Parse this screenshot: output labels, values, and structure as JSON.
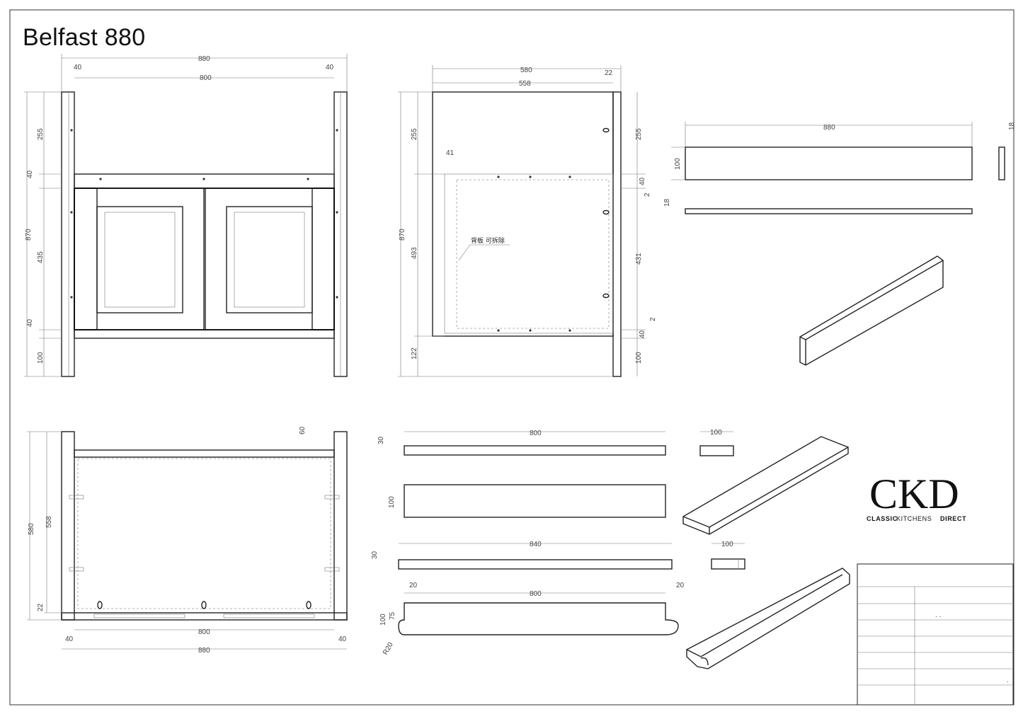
{
  "title": "Belfast 880",
  "front_view": {
    "overall_width": "880",
    "inner_width": "800",
    "leg_left": "40",
    "leg_right": "40",
    "height_total": "870",
    "height_top": "255",
    "rail_top": "40",
    "height_mid": "435",
    "rail_bottom": "40",
    "height_bottom": "100"
  },
  "side_view": {
    "depth_total": "580",
    "depth_inner": "558",
    "door_thickness": "22",
    "offset": "41",
    "height_total": "870",
    "height_top": "255",
    "height_mid": "493",
    "height_bottom": "122",
    "right_top": "255",
    "right_rail_top": "40",
    "right_gap_top": "2",
    "right_mid": "431",
    "right_gap_bottom": "2",
    "right_rail_bottom": "40",
    "right_bottom": "100",
    "back_panel_note": "背板 可拆除"
  },
  "top_rail": {
    "length": "880",
    "height": "100",
    "thickness_a": "18",
    "thickness_b": "18"
  },
  "plan_view": {
    "depth_outer": "580",
    "depth_inner": "558",
    "offset_front": "22",
    "corner": "60",
    "inner_width": "800",
    "overall_width": "880",
    "leg_left": "40",
    "leg_right": "40"
  },
  "parts": {
    "shelf_a_length": "800",
    "shelf_a_thickness": "30",
    "shelf_a_height": "100",
    "shelf_b_length": "840",
    "shelf_b_thickness": "30",
    "tray_length": "800",
    "tray_end_left": "20",
    "tray_end_right": "20",
    "tray_height": "100",
    "tray_lip": "75",
    "tray_radius": "R20",
    "block_a_width": "100",
    "block_b_width": "100"
  },
  "logo": {
    "mark": "CKD",
    "brand_a": "CLASSIC",
    "brand_b": "KITCHENS",
    "brand_c": "DIRECT"
  },
  "title_block": {
    "cell_mark": ". .",
    "cell_dot": "."
  }
}
